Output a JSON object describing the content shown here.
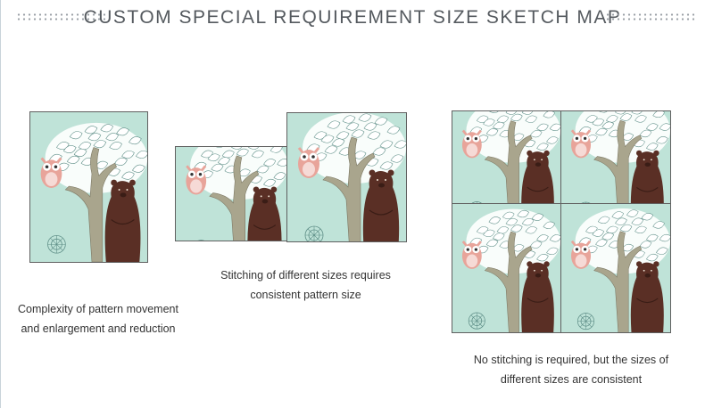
{
  "title": "CUSTOM SPECIAL REQUIREMENT SIZE SKETCH MAP",
  "captions": {
    "single": [
      "Complexity of pattern movement",
      "and enlargement and reduction"
    ],
    "stitched": [
      "Stitching of different sizes requires",
      "consistent pattern size"
    ],
    "grid": [
      "No stitching is required, but the sizes of",
      "different sizes are consistent"
    ]
  },
  "colors": {
    "background_panel": "#bfe3d8",
    "tree_trunk": "#a9a58d",
    "bear": "#5a2f25",
    "owl": "#e8a49a",
    "leaf_outline": "#5f8f88"
  }
}
